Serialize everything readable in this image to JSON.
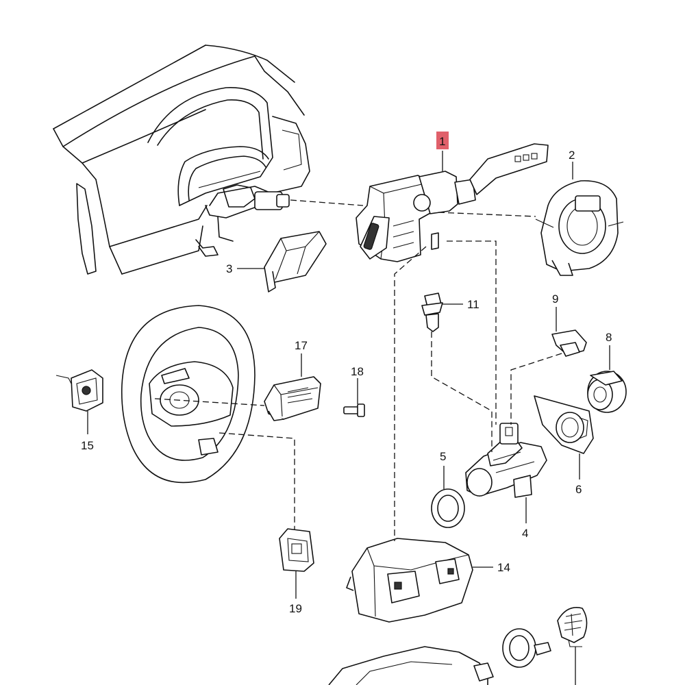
{
  "diagram": {
    "highlight_color": "#e0606a",
    "line_color": "#111111",
    "background": "#ffffff",
    "callouts": {
      "c1": "1",
      "c2": "2",
      "c3": "3",
      "c4": "4",
      "c5": "5",
      "c6": "6",
      "c8": "8",
      "c9": "9",
      "c11": "11",
      "c14": "14",
      "c15": "15",
      "c17": "17",
      "c18": "18",
      "c19": "19"
    },
    "highlighted_callout": "1"
  }
}
